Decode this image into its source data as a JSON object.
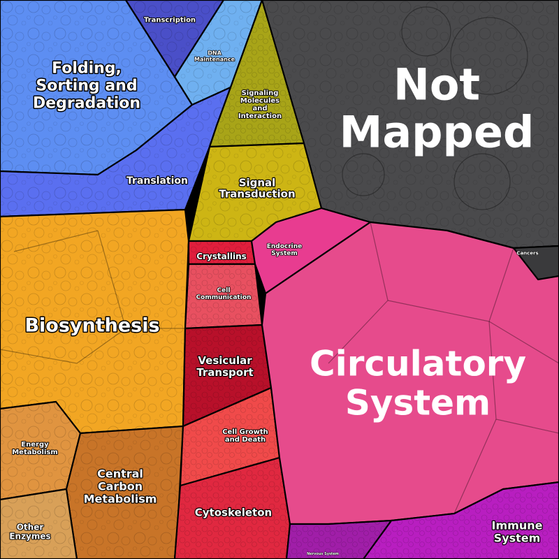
{
  "chart_data": {
    "type": "voronoi_treemap",
    "title": "",
    "colors": {
      "background": "#000000",
      "not_mapped": "#4a4a4c",
      "genetic_info": "#5b7cf0",
      "environmental_info": "#c9b214",
      "metabolism": "#f0a020",
      "cellular_processes": "#e0323c",
      "organismal_systems": "#e8488a"
    },
    "cells": [
      {
        "label": "Not Mapped",
        "group": "not_mapped",
        "color": "#4a4a4c"
      },
      {
        "label": "Circulatory System",
        "group": "organismal_systems",
        "color": "#e64b8c"
      },
      {
        "label": "Biosynthesis",
        "group": "metabolism",
        "color": "#f2a623"
      },
      {
        "label": "Folding, Sorting and Degradation",
        "group": "genetic_info",
        "color": "#5d8ef2"
      },
      {
        "label": "Translation",
        "group": "genetic_info",
        "color": "#5a6ff0"
      },
      {
        "label": "Transcription",
        "group": "genetic_info",
        "color": "#4a4fc8"
      },
      {
        "label": "DNA Maintenance",
        "group": "genetic_info",
        "color": "#6fb0f0"
      },
      {
        "label": "Signaling Molecules and Interaction",
        "group": "environmental_info",
        "color": "#a8a418"
      },
      {
        "label": "Signal Transduction",
        "group": "environmental_info",
        "color": "#cdb514"
      },
      {
        "label": "Crystallins",
        "group": "cellular_processes",
        "color": "#e01e3c"
      },
      {
        "label": "Cell Communication",
        "group": "cellular_processes",
        "color": "#e85060"
      },
      {
        "label": "Vesicular Transport",
        "group": "cellular_processes",
        "color": "#b8102a"
      },
      {
        "label": "Cell Growth and Death",
        "group": "cellular_processes",
        "color": "#f04a4a"
      },
      {
        "label": "Cytoskeleton",
        "group": "cellular_processes",
        "color": "#e02840"
      },
      {
        "label": "Endocrine System",
        "group": "organismal_systems",
        "color": "#e83c90"
      },
      {
        "label": "Immune System",
        "group": "organismal_systems",
        "color": "#b81ec0"
      },
      {
        "label": "Energy Metabolism",
        "group": "metabolism",
        "color": "#e09440"
      },
      {
        "label": "Central Carbon Metabolism",
        "group": "metabolism",
        "color": "#c87428"
      },
      {
        "label": "Other Enzymes",
        "group": "metabolism",
        "color": "#d8a058"
      },
      {
        "label": "Cancers",
        "group": "organismal_systems",
        "color": "#3a3a3c"
      },
      {
        "label": "Nervous System",
        "group": "organismal_systems",
        "color": "#a01ea8"
      }
    ]
  },
  "labels": {
    "not_mapped": [
      "Not",
      "Mapped"
    ],
    "circulatory_system": [
      "Circulatory",
      "System"
    ],
    "biosynthesis": "Biosynthesis",
    "folding": [
      "Folding,",
      "Sorting and",
      "Degradation"
    ],
    "translation": "Translation",
    "transcription": "Transcription",
    "dna_maintenance": [
      "DNA",
      "Maintenance"
    ],
    "signaling_molecules": [
      "Signaling",
      "Molecules",
      "and",
      "Interaction"
    ],
    "signal_transduction": [
      "Signal",
      "Transduction"
    ],
    "crystallins": "Crystallins",
    "cell_communication": [
      "Cell",
      "Communication"
    ],
    "vesicular_transport": [
      "Vesicular",
      "Transport"
    ],
    "cell_growth": [
      "Cell Growth",
      "and Death"
    ],
    "cytoskeleton": "Cytoskeleton",
    "endocrine_system": [
      "Endocrine",
      "System"
    ],
    "immune_system": [
      "Immune",
      "System"
    ],
    "energy_metabolism": [
      "Energy",
      "Metabolism"
    ],
    "central_carbon": [
      "Central",
      "Carbon",
      "Metabolism"
    ],
    "other_enzymes": [
      "Other",
      "Enzymes"
    ],
    "cancers": "Cancers",
    "nervous_system": "Nervous System"
  }
}
